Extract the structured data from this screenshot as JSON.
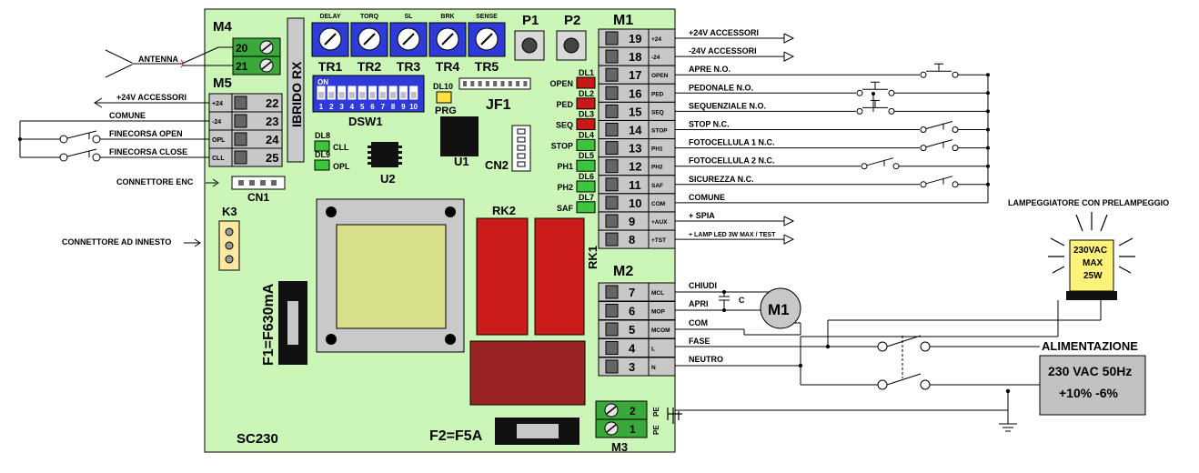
{
  "colors": {
    "board": "#ccf5b8",
    "blue_trim": "#2f3bd8",
    "green_term": "#3aa83a",
    "led_red": "#c81818",
    "led_green": "#3cc43c",
    "led_yellow": "#ffe040",
    "relay": "#cc1b1b",
    "transformer": "#9a2323",
    "grey_term": "#c8c8c8",
    "lamp_yellow": "#fff27a",
    "psu_grey": "#c2c2c2"
  },
  "board": {
    "model": "SC230",
    "fuse1": "F1=F630mA",
    "fuse2": "F2=F5A",
    "ibrido": "IBRIDO RX",
    "dsw": {
      "label": "DSW1",
      "on": "ON",
      "numbers": [
        "1",
        "2",
        "3",
        "4",
        "5",
        "6",
        "7",
        "8",
        "9",
        "10"
      ]
    },
    "jf1": "JF1",
    "u1": "U1",
    "u2": "U2",
    "cn1": "CN1",
    "cn2": "CN2",
    "k3": "K3",
    "rk1": "RK1",
    "rk2": "RK2",
    "prg_led": {
      "name": "DL10",
      "label": "PRG"
    },
    "buttons": [
      {
        "label": "P1"
      },
      {
        "label": "P2"
      }
    ],
    "trimmers": [
      {
        "top": "DELAY",
        "bottom": "TR1"
      },
      {
        "top": "TORQ",
        "bottom": "TR2"
      },
      {
        "top": "SL",
        "bottom": "TR3"
      },
      {
        "top": "BRK",
        "bottom": "TR4"
      },
      {
        "top": "SENSE",
        "bottom": "TR5"
      }
    ],
    "leds_left": [
      {
        "name": "DL8",
        "label": "CLL"
      },
      {
        "name": "DL9",
        "label": "OPL"
      }
    ],
    "leds_right": [
      {
        "name": "DL1",
        "label": "OPEN",
        "color": "red"
      },
      {
        "name": "DL2",
        "label": "PED",
        "color": "red"
      },
      {
        "name": "DL3",
        "label": "SEQ",
        "color": "red"
      },
      {
        "name": "DL4",
        "label": "STOP",
        "color": "green"
      },
      {
        "name": "DL5",
        "label": "PH1",
        "color": "green"
      },
      {
        "name": "DL6",
        "label": "PH2",
        "color": "green"
      },
      {
        "name": "DL7",
        "label": "SAF",
        "color": "green"
      }
    ]
  },
  "m4": {
    "label": "M4",
    "pins": [
      "20",
      "21"
    ],
    "wire_label": "ANTENNA"
  },
  "m5": {
    "label": "M5",
    "pins": [
      {
        "num": "22",
        "tag": "+24",
        "wire": "+24V ACCESSORI"
      },
      {
        "num": "23",
        "tag": "-24",
        "wire": "COMUNE"
      },
      {
        "num": "24",
        "tag": "OPL",
        "wire": "FINECORSA OPEN"
      },
      {
        "num": "25",
        "tag": "CLL",
        "wire": "FINECORSA CLOSE"
      }
    ]
  },
  "connectors_left": {
    "enc": "CONNETTORE ENC",
    "innesto": "CONNETTORE AD INNESTO"
  },
  "m1": {
    "label": "M1",
    "pins": [
      {
        "num": "19",
        "tag": "+24",
        "wire": "+24V ACCESSORI"
      },
      {
        "num": "18",
        "tag": "-24",
        "wire": "-24V ACCESSORI"
      },
      {
        "num": "17",
        "tag": "OPEN",
        "wire": "APRE N.O."
      },
      {
        "num": "16",
        "tag": "PED",
        "wire": "PEDONALE N.O."
      },
      {
        "num": "15",
        "tag": "SEQ",
        "wire": "SEQUENZIALE N.O."
      },
      {
        "num": "14",
        "tag": "STOP",
        "wire": "STOP N.C."
      },
      {
        "num": "13",
        "tag": "PH1",
        "wire": "FOTOCELLULA 1 N.C."
      },
      {
        "num": "12",
        "tag": "PH2",
        "wire": "FOTOCELLULA 2 N.C."
      },
      {
        "num": "11",
        "tag": "SAF",
        "wire": "SICUREZZA N.C."
      },
      {
        "num": "10",
        "tag": "COM",
        "wire": "COMUNE"
      },
      {
        "num": "9",
        "tag": "+AUX",
        "wire": "+ SPIA"
      },
      {
        "num": "8",
        "tag": "+TST",
        "wire": "+ LAMP LED 3W MAX / TEST"
      }
    ]
  },
  "m2": {
    "label": "M2",
    "pins": [
      {
        "num": "7",
        "tag": "MCL",
        "wire": "CHIUDI"
      },
      {
        "num": "6",
        "tag": "MOP",
        "wire": "APRI"
      },
      {
        "num": "5",
        "tag": "MCOM",
        "wire": "COM"
      },
      {
        "num": "4",
        "tag": "L",
        "wire": "FASE"
      },
      {
        "num": "3",
        "tag": "N",
        "wire": "NEUTRO"
      }
    ]
  },
  "m3": {
    "label": "M3",
    "pins": [
      "2",
      "1"
    ],
    "tag": "PE"
  },
  "motor": {
    "label": "M1",
    "cap": "C"
  },
  "lamp": {
    "title": "LAMPEGGIATORE CON PRELAMPEGGIO",
    "lines": [
      "230VAC",
      "MAX",
      "25W"
    ]
  },
  "power": {
    "title": "ALIMENTAZIONE",
    "line1": "230 VAC 50Hz",
    "line2": "+10% -6%"
  }
}
